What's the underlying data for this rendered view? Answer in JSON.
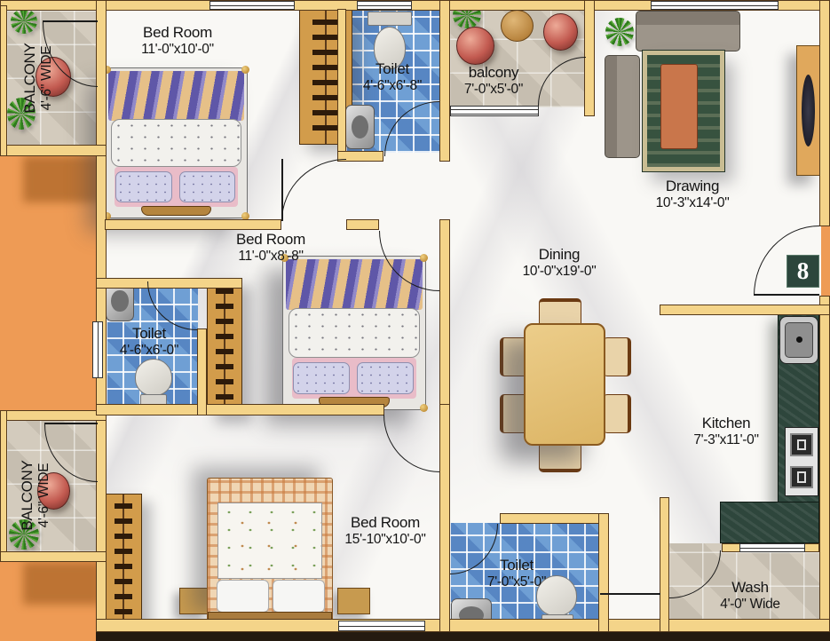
{
  "unit_badge": "8",
  "rooms": {
    "balcony_tl": {
      "label": "BALCONY",
      "dim": "4'-6\" WIDE"
    },
    "bedroom1": {
      "label": "Bed Room",
      "dim": "11'-0\"x10'-0\""
    },
    "toilet1": {
      "label": "Toilet",
      "dim": "4'-6\"x6'-8\""
    },
    "balcony_top": {
      "label": "balcony",
      "dim": "7'-0\"x5'-0\""
    },
    "drawing": {
      "label": "Drawing",
      "dim": "10'-3\"x14'-0\""
    },
    "bedroom2": {
      "label": "Bed Room",
      "dim": "11'-0\"x8'-8\""
    },
    "toilet2": {
      "label": "Toilet",
      "dim": "4'-6\"x6'-0\""
    },
    "dining": {
      "label": "Dining",
      "dim": "10'-0\"x19'-0\""
    },
    "kitchen": {
      "label": "Kitchen",
      "dim": "7'-3\"x11'-0\""
    },
    "balcony_bl": {
      "label": "BALCONY",
      "dim": "4'-6\" WIDE"
    },
    "bedroom3": {
      "label": "Bed Room",
      "dim": "15'-10\"x10'-0\""
    },
    "toilet3": {
      "label": "Toilet",
      "dim": "7'-0\"x5'-0\""
    },
    "wash": {
      "label": "Wash",
      "dim": "4'-0\" Wide"
    }
  },
  "colors": {
    "wall": "#f4d489",
    "outdoor": "#ee9b55",
    "toilet_tile": "#6f9fd4",
    "balcony_tile": "#d3cbbd",
    "kitchen_counter": "#2e463c",
    "badge_bg": "#2c463c",
    "marble": "#f9f8f5"
  }
}
